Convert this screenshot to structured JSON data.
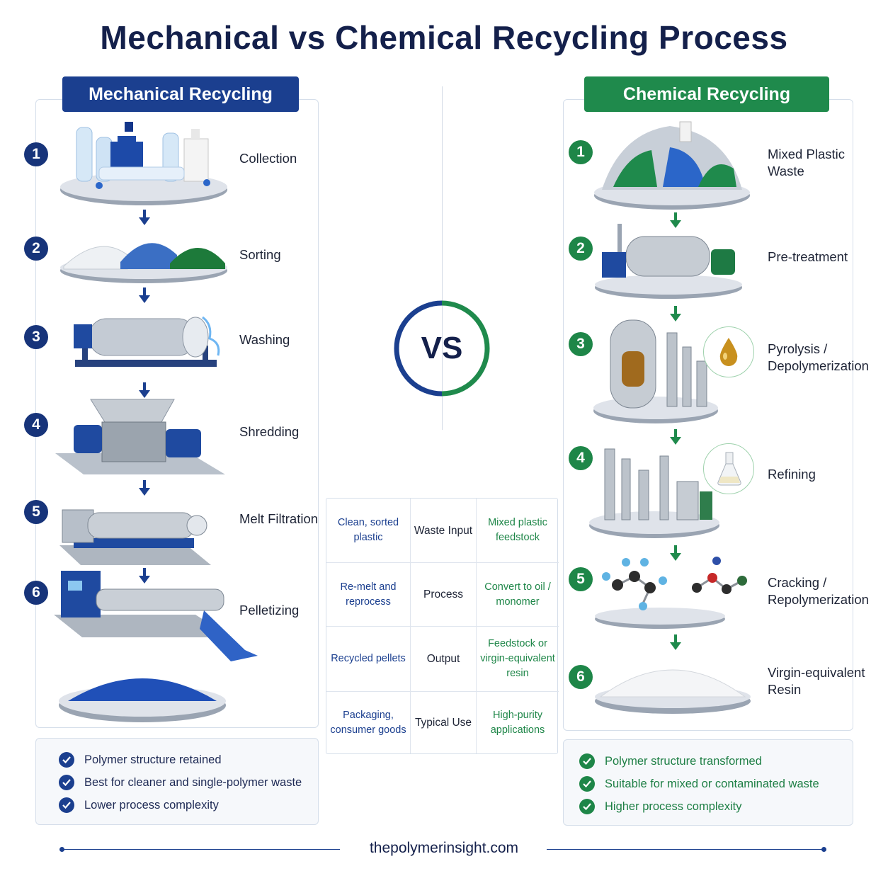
{
  "title": "Mechanical vs Chemical Recycling Process",
  "colors": {
    "mechanical": "#1b3f8f",
    "chemical": "#1f8a4c",
    "title": "#14204b"
  },
  "mechanical": {
    "header": "Mechanical Recycling",
    "steps": [
      {
        "number": "1",
        "label": "Collection",
        "icon": "plastic-bottles-icon"
      },
      {
        "number": "2",
        "label": "Sorting",
        "icon": "sorted-flakes-icon"
      },
      {
        "number": "3",
        "label": "Washing",
        "icon": "washing-drum-icon"
      },
      {
        "number": "4",
        "label": "Shredding",
        "icon": "shredder-icon"
      },
      {
        "number": "5",
        "label": "Melt Filtration",
        "icon": "melt-filter-icon"
      },
      {
        "number": "6",
        "label": "Pelletizing",
        "icon": "extruder-icon"
      }
    ],
    "summary": [
      "Polymer structure retained",
      "Best for cleaner and single-polymer waste",
      "Lower process complexity"
    ]
  },
  "chemical": {
    "header": "Chemical Recycling",
    "steps": [
      {
        "number": "1",
        "label": "Mixed Plastic Waste",
        "icon": "mixed-waste-icon"
      },
      {
        "number": "2",
        "label": "Pre-treatment",
        "icon": "pretreatment-drum-icon"
      },
      {
        "number": "3",
        "label": "Pyrolysis / Depolymerization",
        "icon": "reactor-icon"
      },
      {
        "number": "4",
        "label": "Refining",
        "icon": "refinery-icon"
      },
      {
        "number": "5",
        "label": "Cracking / Repolymerization",
        "icon": "molecule-icon"
      },
      {
        "number": "6",
        "label": "Virgin-equivalent Resin",
        "icon": "white-resin-icon"
      }
    ],
    "summary": [
      "Polymer structure transformed",
      "Suitable for mixed or contaminated waste",
      "Higher process complexity"
    ]
  },
  "vs_label": "VS",
  "comparison": [
    {
      "mechanical": "Clean, sorted plastic",
      "criterion": "Waste Input",
      "chemical": "Mixed plastic feedstock"
    },
    {
      "mechanical": "Re-melt and reprocess",
      "criterion": "Process",
      "chemical": "Convert to oil / monomer"
    },
    {
      "mechanical": "Recycled pellets",
      "criterion": "Output",
      "chemical": "Feedstock or virgin-equivalent resin"
    },
    {
      "mechanical": "Packaging, consumer goods",
      "criterion": "Typical Use",
      "chemical": "High-purity applications"
    }
  ],
  "footer": "thepolymerinsight.com"
}
